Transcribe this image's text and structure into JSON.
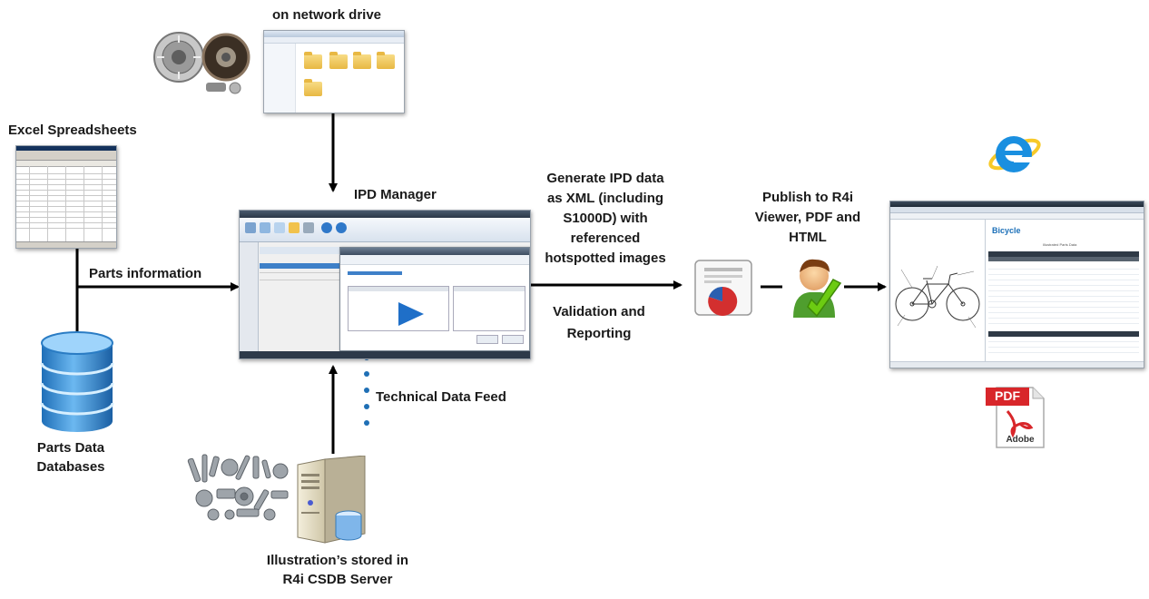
{
  "labels": {
    "network_drive": "on network drive",
    "excel": "Excel Spreadsheets",
    "parts_info": "Parts information",
    "ipd_manager": "IPD Manager",
    "parts_db_line1": "Parts Data",
    "parts_db_line2": "Databases",
    "tech_feed": "Technical Data Feed",
    "illus_line1": "Illustration’s stored in",
    "illus_line2": "R4i CSDB Server",
    "generate_line1": "Generate IPD data",
    "generate_line2": "as XML (including",
    "generate_line3": "S1000D) with",
    "generate_line4": "referenced",
    "generate_line5": "hotspotted images",
    "validation_line1": "Validation and",
    "validation_line2": "Reporting",
    "publish_line1": "Publish to R4i",
    "publish_line2": "Viewer, PDF and",
    "publish_line3": "HTML"
  },
  "viewer": {
    "title": "Bicycle",
    "subtitle": "Illustrated Parts Data"
  },
  "pdf_icon": {
    "badge": "PDF",
    "brand": "Adobe"
  },
  "colors": {
    "arrow": "#000000",
    "dotted_feed": "#1f6fb5",
    "database_blue": "#3a8fd6",
    "ie_blue": "#1a8fe0",
    "pdf_red": "#d8262a",
    "check_green": "#5cb800"
  },
  "icons": [
    "clutch-parts-icon",
    "folder-window-icon",
    "spreadsheet-icon",
    "database-icon",
    "server-icon",
    "parts-collection-icon",
    "document-icon",
    "user-check-icon",
    "internet-explorer-icon",
    "pdf-icon"
  ]
}
